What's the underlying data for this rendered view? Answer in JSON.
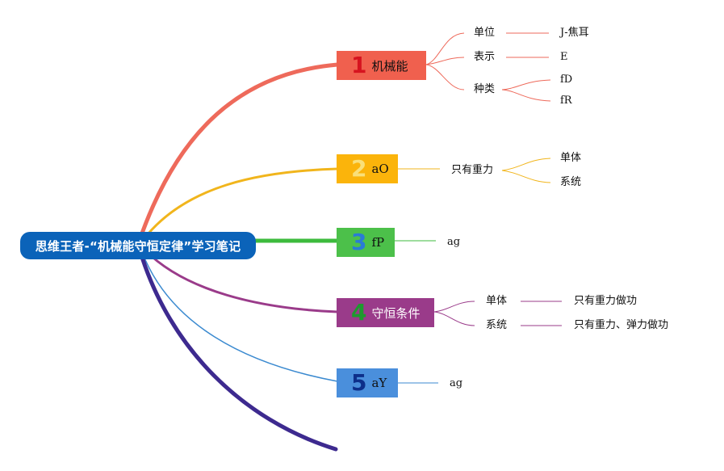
{
  "root": {
    "label": "思维王者-“机械能守恒定律”学习笔记",
    "color": "#0b63b9"
  },
  "branches": [
    {
      "number": "1",
      "label": "机械能",
      "box_color": "#f0604e",
      "number_color": "#d6131f",
      "line_color": "#ee6a5b",
      "children": [
        {
          "label": "单位",
          "children": [
            {
              "label": "J-焦耳"
            }
          ]
        },
        {
          "label": "表示",
          "children": [
            {
              "label": "E"
            }
          ]
        },
        {
          "label": "种类",
          "children": [
            {
              "label": "fD"
            },
            {
              "label": "fR"
            }
          ]
        }
      ]
    },
    {
      "number": "2",
      "label": "aO",
      "box_color": "#fbb40b",
      "number_color": "#f9e07a",
      "line_color": "#f1b51c",
      "children": [
        {
          "label": "只有重力",
          "children": [
            {
              "label": "单体"
            },
            {
              "label": "系统"
            }
          ]
        }
      ]
    },
    {
      "number": "3",
      "label": "fP",
      "box_color": "#4cc04a",
      "number_color": "#2a7bd6",
      "line_color": "#3dbb3d",
      "children": [
        {
          "label": "ag",
          "children": []
        }
      ]
    },
    {
      "number": "4",
      "label": "守恒条件",
      "box_color": "#9a3b8a",
      "number_color": "#1d9a2e",
      "line_color": "#9a3b8a",
      "children": [
        {
          "label": "单体",
          "children": [
            {
              "label": "只有重力做功"
            }
          ]
        },
        {
          "label": "系统",
          "children": [
            {
              "label": "只有重力、弹力做功"
            }
          ]
        }
      ]
    },
    {
      "number": "5",
      "label": "aY",
      "box_color": "#4a8fdc",
      "number_color": "#0d2f8a",
      "line_color": "#3b8ad0",
      "children": [
        {
          "label": "ag",
          "children": []
        }
      ]
    }
  ],
  "tail_color": "#3d2a8f"
}
